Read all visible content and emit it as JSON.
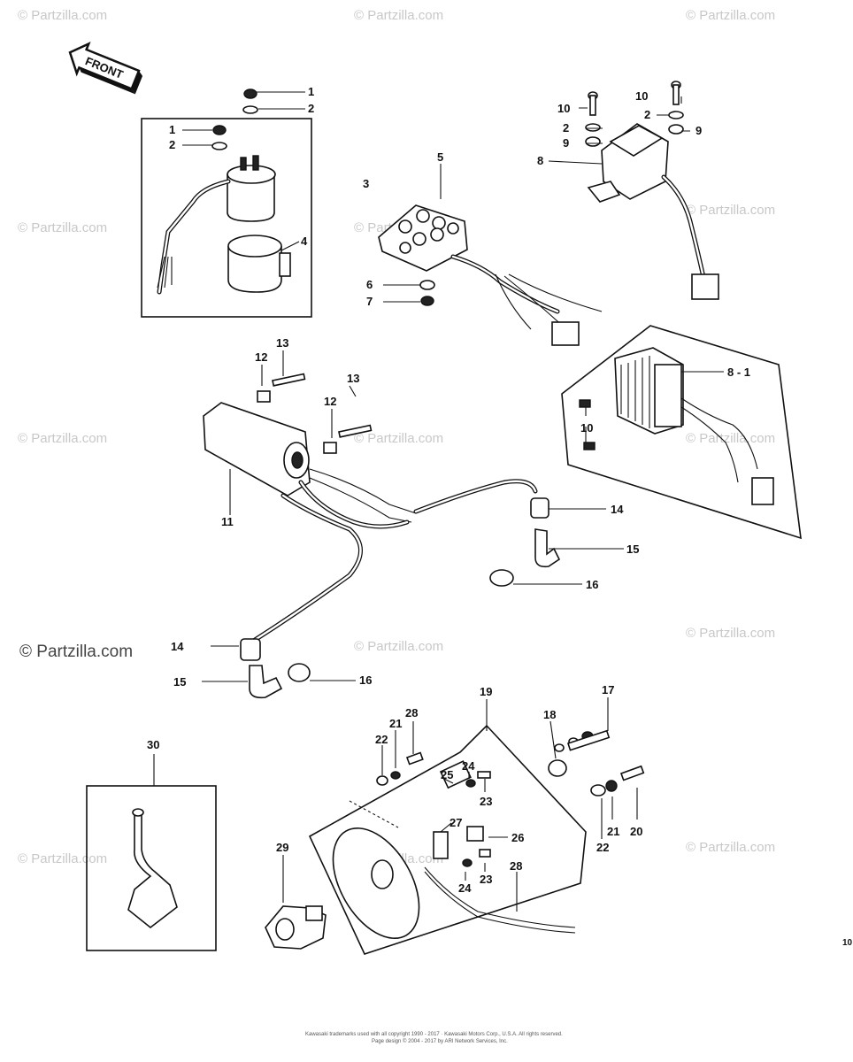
{
  "front_label": "FRONT",
  "watermark_text": "© Partzilla.com",
  "corner_mark": "10",
  "footer_lines": [
    "Kawasaki trademarks used with all copyright 1990 - 2017 · Kawasaki Motors Corp., U.S.A. All rights reserved.",
    "Page design © 2004 - 2017 by ARI Network Services, Inc."
  ],
  "callouts": {
    "c1a": "1",
    "c2a": "2",
    "c1b": "1",
    "c2b": "2",
    "c4": "4",
    "c3": "3",
    "c5": "5",
    "c6": "6",
    "c7": "7",
    "c10a": "10",
    "c2c": "2",
    "c9a": "9",
    "c8": "8",
    "c10b": "10",
    "c2d": "2",
    "c9b": "9",
    "c8_1": "8 - 1",
    "c10c": "10",
    "c12a": "12",
    "c13a": "13",
    "c13b": "13",
    "c12b": "12",
    "c11": "11",
    "c14a": "14",
    "c15a": "15",
    "c16a": "16",
    "c14b": "14",
    "c15b": "15",
    "c16b": "16",
    "c30": "30",
    "c19": "19",
    "c28a": "28",
    "c21a": "21",
    "c22a": "22",
    "c24a": "24",
    "c25": "25",
    "c23a": "23",
    "c27": "27",
    "c26": "26",
    "c23b": "23",
    "c24b": "24",
    "c28b": "28",
    "c29": "29",
    "c17": "17",
    "c18": "18",
    "c21b": "21",
    "c20": "20",
    "c22b": "22"
  }
}
